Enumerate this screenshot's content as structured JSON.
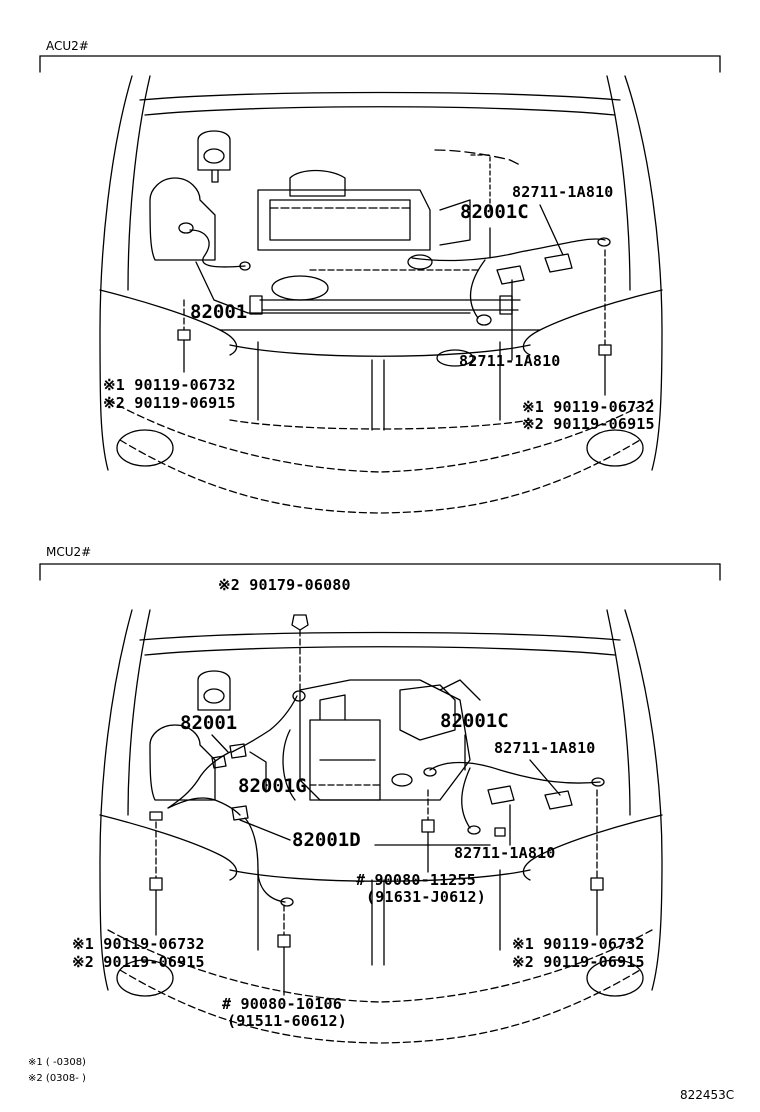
{
  "sections": {
    "acu": {
      "label": "ACU2#",
      "parts": {
        "p82001c": "82001C",
        "p82711_top": "82711-1A810",
        "p82001": "82001",
        "p82711_mid": "82711-1A810",
        "left_bolt_1": "※1 90119-06732",
        "left_bolt_2": "※2 90119-06915",
        "right_bolt_1": "※1  90119-06732",
        "right_bolt_2": "※2  90119-06915"
      }
    },
    "mcu": {
      "label": "MCU2#",
      "parts": {
        "nut_top": "※2 90179-06080",
        "p82001": "82001",
        "p82001c": "82001C",
        "p82711_top": "82711-1A810",
        "p82001g": "82001G",
        "p82001d": "82001D",
        "p82711_bottom": "82711-1A810",
        "bolt_center_1": "# 90080-11255",
        "bolt_center_2": "(91631-J0612)",
        "left_bolt_1": "※1 90119-06732",
        "left_bolt_2": "※2 90119-06915",
        "right_bolt_1": "※1 90119-06732",
        "right_bolt_2": "※2 90119-06915",
        "bolt_bottom_1": "# 90080-10106",
        "bolt_bottom_2": "(91511-60612)"
      }
    }
  },
  "footnotes": {
    "note1": "※1 (       -0308)",
    "note2": "※2 (0308-        )"
  },
  "reference": "822453C"
}
